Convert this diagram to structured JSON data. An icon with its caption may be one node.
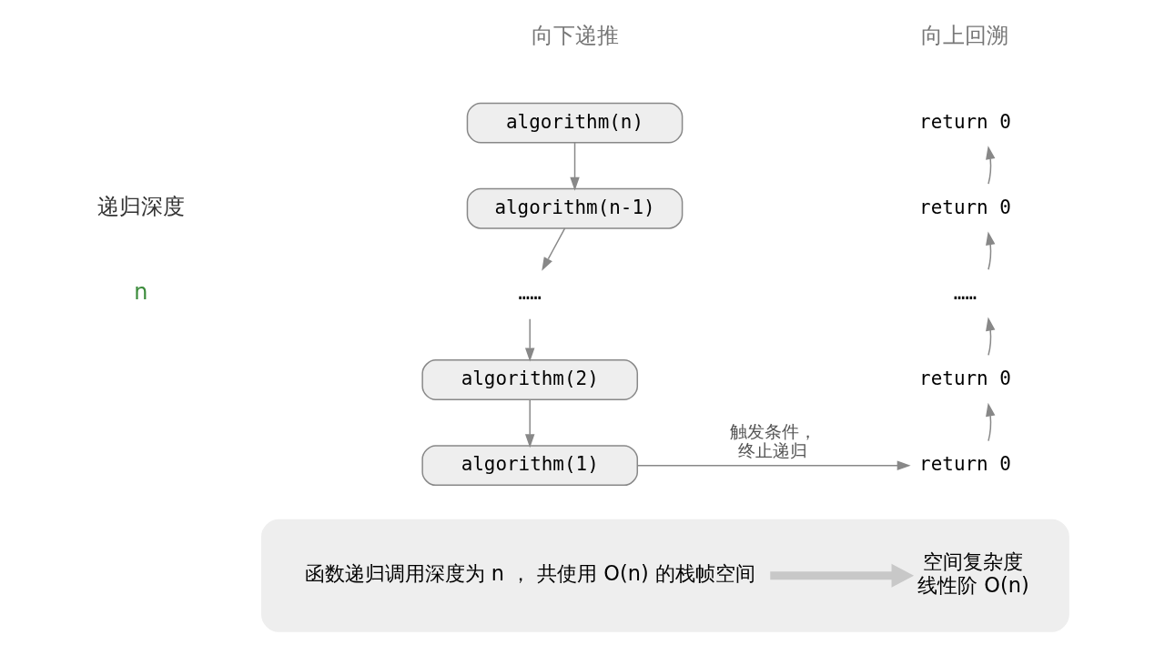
{
  "diagram": {
    "nodes": [
      {
        "text": [
          "algorithm(n)"
        ]
      },
      {
        "text": [
          "algorithm(n-1)"
        ]
      },
      {
        "text": [
          "……"
        ]
      },
      {
        "text": [
          "algorithm(2)"
        ]
      },
      {
        "text": [
          "algorithm(1)"
        ]
      },
      {
        "text": [
          "return 0"
        ]
      },
      {
        "text": [
          "return 0"
        ]
      },
      {
        "text": [
          "……"
        ]
      },
      {
        "text": [
          "return 0"
        ]
      },
      {
        "text": [
          "return 0"
        ]
      },
      {
        "text": [],
        "shape": "box"
      },
      {
        "text": [
          "函数递归调用深度为 n ， 共使用 O(n) 的栈帧空间"
        ],
        "in": 10
      },
      {
        "text": [
          "空间复杂度",
          "线性阶 O(n)"
        ],
        "in": 10
      }
    ],
    "edges": [
      {
        "from": 0,
        "to": 1,
        "arrow": "to"
      },
      {
        "from": 1,
        "to": 2,
        "arrow": "to"
      },
      {
        "from": 2,
        "to": 3,
        "arrow": "to"
      },
      {
        "from": 3,
        "to": 4,
        "arrow": "to"
      },
      {
        "from": 4,
        "to": 9,
        "arrow": "to",
        "label": "触发条件，终止递归"
      },
      {
        "from": 9,
        "to": 8,
        "arrow": "to"
      },
      {
        "from": 8,
        "to": 7,
        "arrow": "to"
      },
      {
        "from": 7,
        "to": 6,
        "arrow": "to"
      },
      {
        "from": 6,
        "to": 5,
        "arrow": "to"
      },
      {
        "from": 11,
        "to": 12,
        "arrow": "to",
        "style": "thick",
        "color": "#c8c8c8"
      }
    ],
    "labels": [
      "向下递推",
      "向上回溯",
      "递归深度",
      "n"
    ]
  }
}
